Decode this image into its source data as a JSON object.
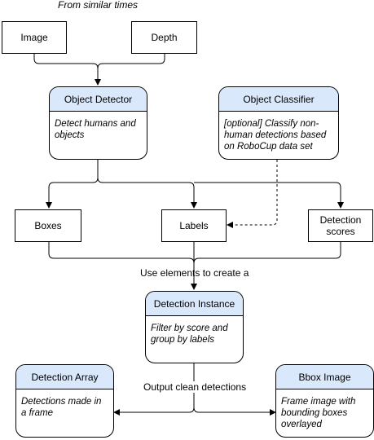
{
  "caption": "From similar times",
  "inputs": {
    "image": "Image",
    "depth": "Depth"
  },
  "object_detector": {
    "title": "Object Detector",
    "body": "Detect humans and objects"
  },
  "object_classifier": {
    "title": "Object Classifier",
    "body": "[optional] Classify non-human detections based on RoboCup data set"
  },
  "outputs": {
    "boxes": "Boxes",
    "labels": "Labels",
    "scores": "Detection scores"
  },
  "merge_label": "Use elements to create a",
  "detection_instance": {
    "title": "Detection Instance",
    "body": "Filter by score and group by labels"
  },
  "output_label": "Output clean detections",
  "detection_array": {
    "title": "Detection Array",
    "body": "Detections made in a frame"
  },
  "bbox_image": {
    "title": "Bbox Image",
    "body": "Frame image with bounding boxes overlayed"
  }
}
